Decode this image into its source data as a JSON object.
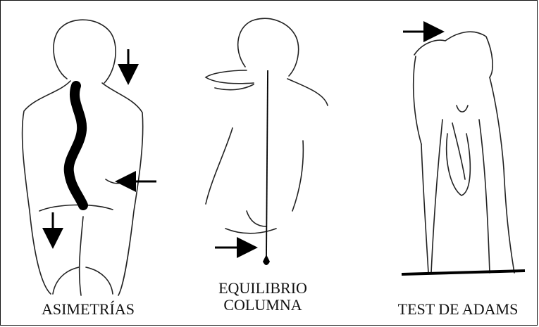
{
  "captions": {
    "left": "ASIMETRÍAS",
    "middle_line1": "EQUILIBRIO",
    "middle_line2": "COLUMNA",
    "right": "TEST DE ADAMS"
  }
}
